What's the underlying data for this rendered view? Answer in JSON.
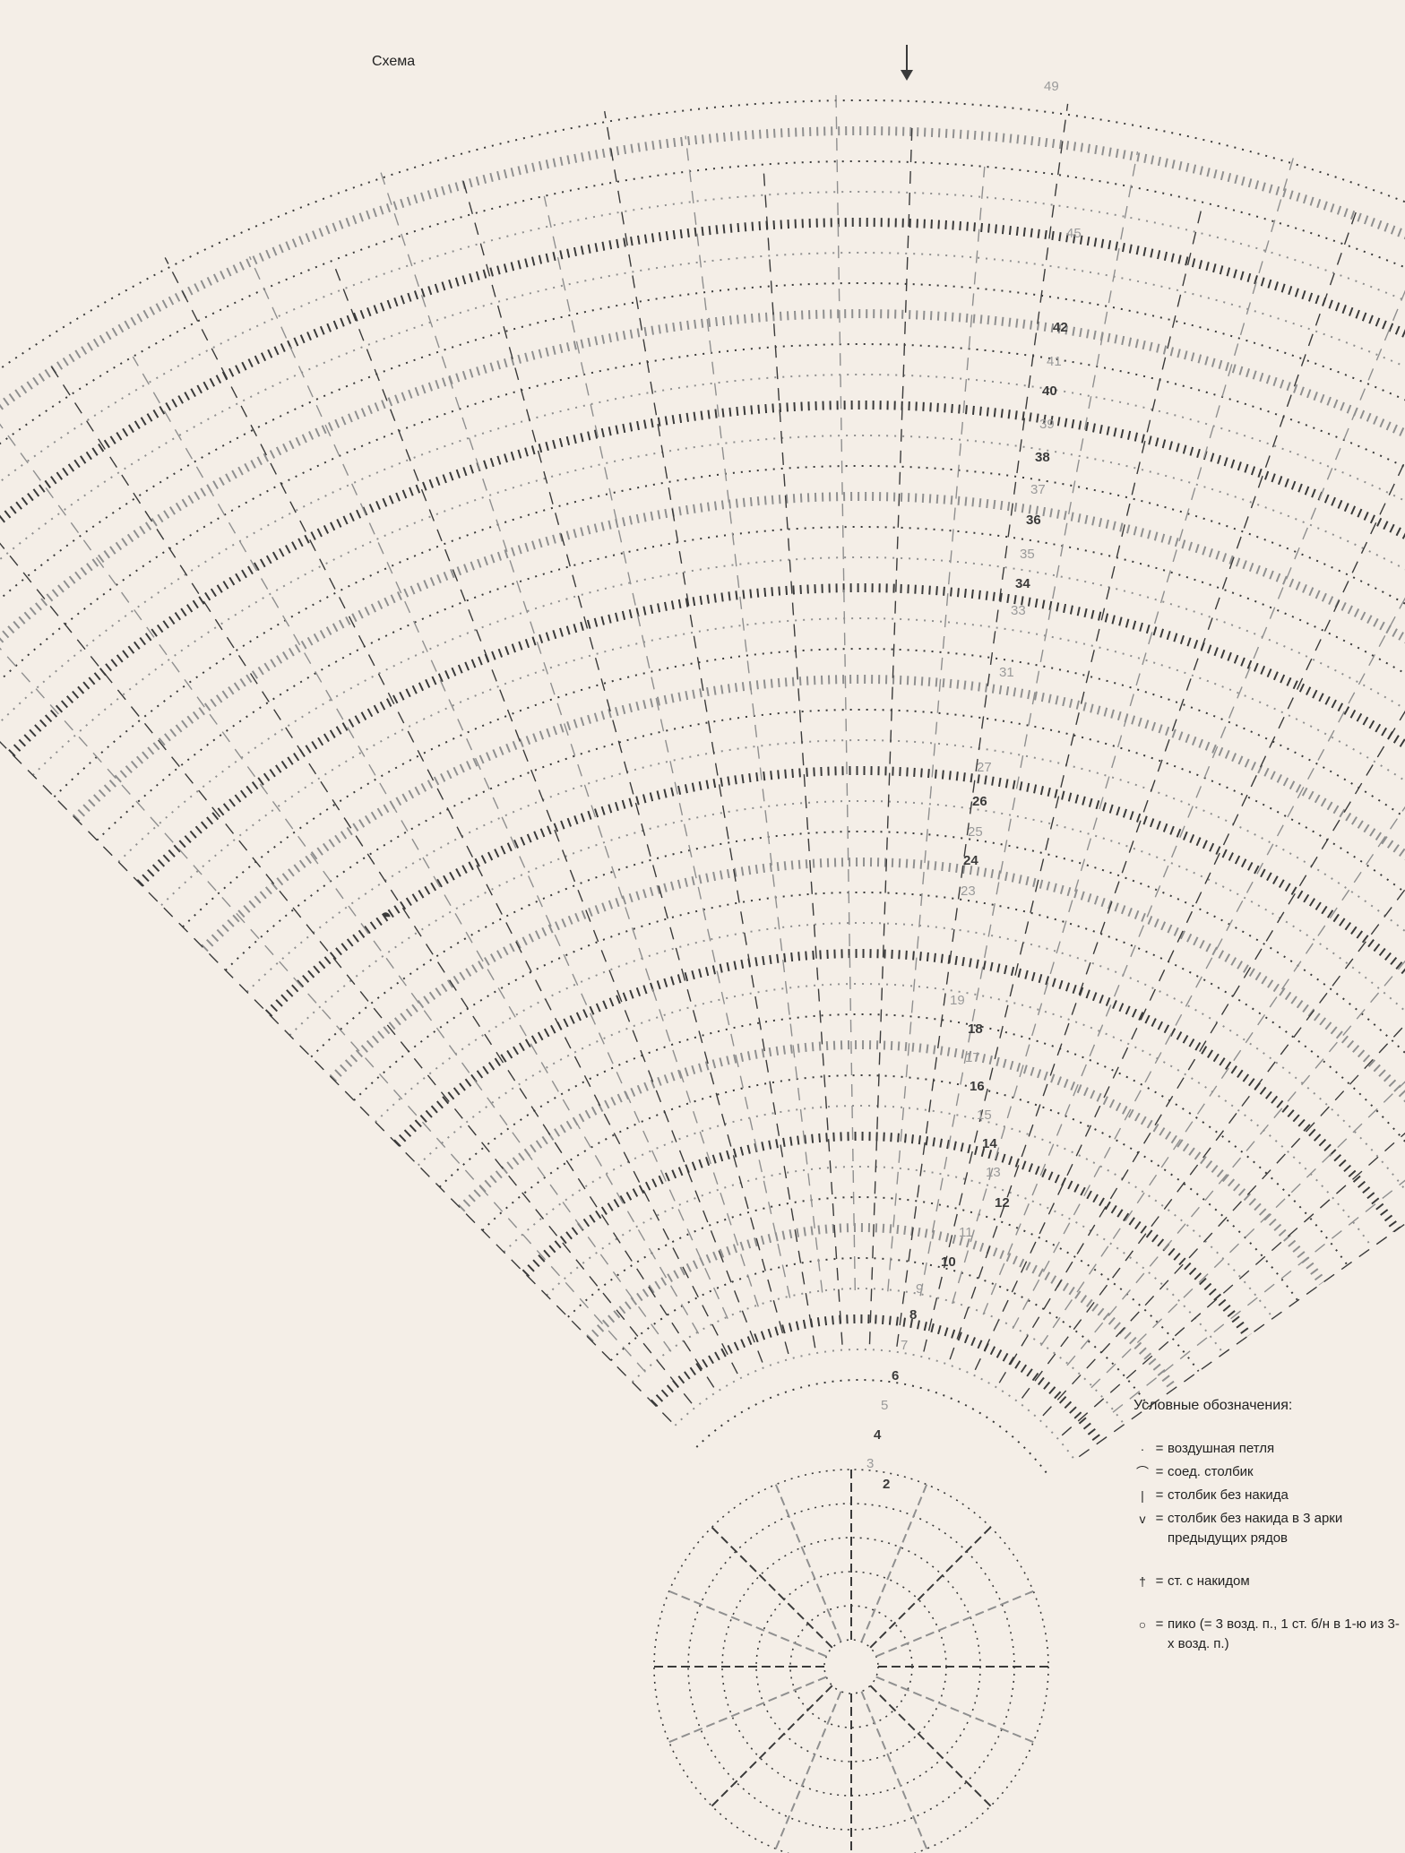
{
  "header": {
    "title": "Схема"
  },
  "row_numbers": [
    "2",
    "3",
    "4",
    "5",
    "6",
    "7",
    "8",
    "9",
    "10",
    "11",
    "12",
    "13",
    "14",
    "15",
    "16",
    "17",
    "18",
    "19",
    "23",
    "24",
    "25",
    "26",
    "27",
    "31",
    "33",
    "34",
    "35",
    "36",
    "37",
    "38",
    "39",
    "40",
    "41",
    "42",
    "45",
    "49"
  ],
  "legend": {
    "title": "Условные обозначения:",
    "items": [
      {
        "icon": "dot-icon",
        "symbol": "·",
        "eq": "=",
        "text": "воздушная петля"
      },
      {
        "icon": "arc-icon",
        "symbol": "⌒",
        "eq": "=",
        "text": "соед. столбик"
      },
      {
        "icon": "vbar-icon",
        "symbol": "|",
        "eq": "=",
        "text": "столбик без накида"
      },
      {
        "icon": "v-mark-icon",
        "symbol": "v",
        "eq": "=",
        "text": "столбик без накида в 3 арки предыдущих рядов"
      },
      {
        "icon": "dagger-icon",
        "symbol": "†",
        "eq": "=",
        "text": "ст. с накидом"
      },
      {
        "icon": "ring-icon",
        "symbol": "○",
        "eq": "=",
        "text": "пико (= 3 возд. п., 1 ст. б/н в 1-ю из 3-х возд. п.)"
      }
    ]
  },
  "colors": {
    "ink": "#3a3a3a",
    "ink_light": "#8f8f8f",
    "paper": "#f4eee7"
  }
}
